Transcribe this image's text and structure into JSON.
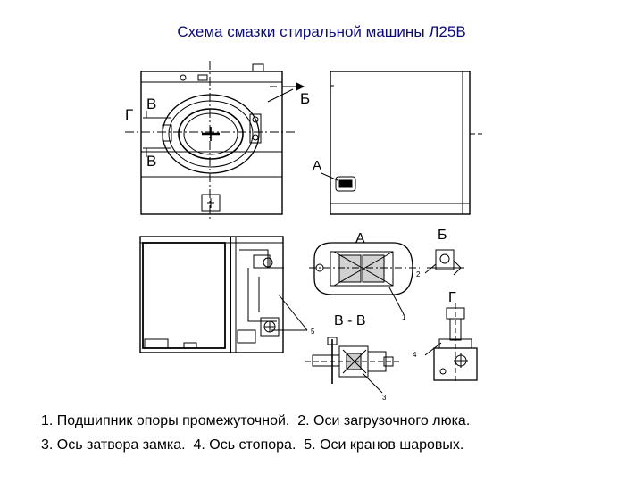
{
  "title": "Схема смазки  стиральной  машины  Л25В",
  "labels": {
    "v_top": "В",
    "g_left": "Г",
    "v_bottom": "В",
    "b_front": "Б",
    "a_side": "А",
    "a_detail": "А",
    "b_detail": "Б",
    "vv_section": "В - В",
    "g_detail": "Г",
    "n1": "1",
    "n2": "2",
    "n3": "3",
    "n4": "4",
    "n5": "5"
  },
  "legend": {
    "item1": "1. Подшипник опоры промежуточной.",
    "item2": "2. Оси загрузочного люка.",
    "item3": "3. Ось затвора замка.",
    "item4": "4. Ось стопора.",
    "item5": "5. Оси кранов шаровых."
  }
}
